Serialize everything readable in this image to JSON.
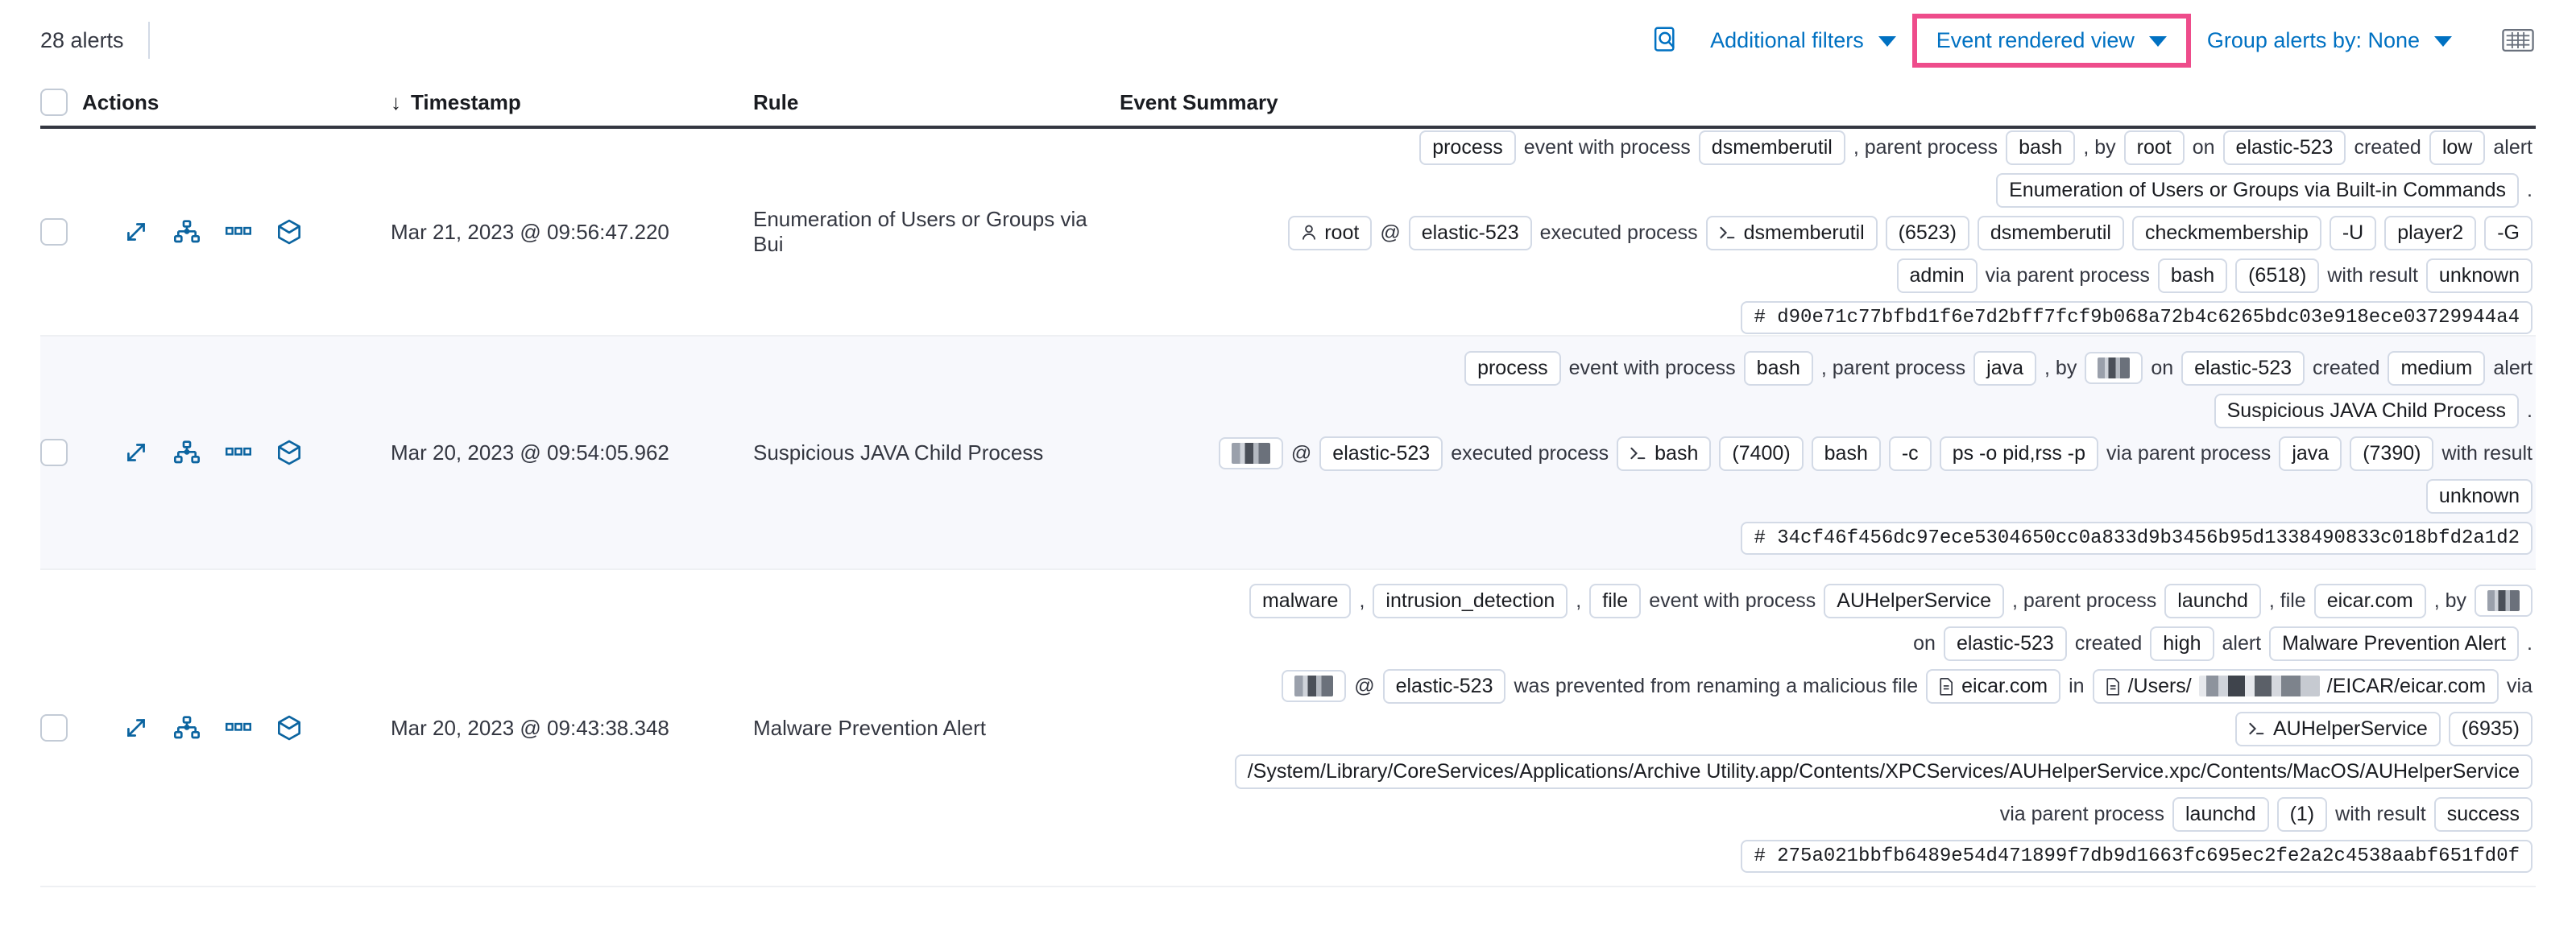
{
  "toolbar": {
    "alert_count": "28 alerts",
    "inspect_icon": "inspect-magnifier-icon",
    "additional_filters": "Additional filters",
    "event_rendered_view": "Event rendered view",
    "group_alerts_by": "Group alerts by: None",
    "keyboard_icon": "keyboard-icon",
    "highlight_color": "#ee4c8b",
    "link_color": "#0071c2"
  },
  "table": {
    "columns": {
      "actions": "Actions",
      "timestamp": "Timestamp",
      "rule": "Rule",
      "event_summary": "Event Summary",
      "sort_arrow": "↓"
    },
    "row_actions": [
      "expand-icon",
      "analyzer-icon",
      "more-actions-icon",
      "session-view-icon"
    ]
  },
  "rows": [
    {
      "timestamp": "Mar 21, 2023 @ 09:56:47.220",
      "rule": "Enumeration of Users or Groups via Bui",
      "lines": [
        {
          "align": "right",
          "parts": [
            {
              "t": "chip",
              "v": "process"
            },
            {
              "t": "txt",
              "v": "event with process"
            },
            {
              "t": "chip",
              "v": "dsmemberutil"
            },
            {
              "t": "txt",
              "v": ", parent process"
            },
            {
              "t": "chip",
              "v": "bash"
            },
            {
              "t": "txt",
              "v": ", by"
            },
            {
              "t": "chip",
              "v": "root"
            },
            {
              "t": "txt",
              "v": "on"
            },
            {
              "t": "chip",
              "v": "elastic-523"
            },
            {
              "t": "txt",
              "v": "created"
            },
            {
              "t": "chip",
              "v": "low"
            },
            {
              "t": "txt",
              "v": "alert"
            }
          ]
        },
        {
          "align": "right",
          "parts": [
            {
              "t": "chip",
              "v": "Enumeration of Users or Groups via Built-in Commands"
            },
            {
              "t": "txt",
              "v": "."
            }
          ]
        },
        {
          "align": "right",
          "parts": [
            {
              "t": "chip",
              "v": "root",
              "icon": "user-icon"
            },
            {
              "t": "txt",
              "v": "@"
            },
            {
              "t": "chip",
              "v": "elastic-523"
            },
            {
              "t": "txt",
              "v": "executed process"
            },
            {
              "t": "chip",
              "v": "dsmemberutil",
              "icon": "terminal-icon"
            },
            {
              "t": "chip",
              "v": "(6523)"
            },
            {
              "t": "chip",
              "v": "dsmemberutil"
            },
            {
              "t": "chip",
              "v": "checkmembership"
            },
            {
              "t": "chip",
              "v": "-U"
            },
            {
              "t": "chip",
              "v": "player2"
            },
            {
              "t": "chip",
              "v": "-G"
            }
          ]
        },
        {
          "align": "right",
          "parts": [
            {
              "t": "chip",
              "v": "admin"
            },
            {
              "t": "txt",
              "v": "via parent process"
            },
            {
              "t": "chip",
              "v": "bash"
            },
            {
              "t": "chip",
              "v": "(6518)"
            },
            {
              "t": "txt",
              "v": "with result"
            },
            {
              "t": "chip",
              "v": "unknown"
            }
          ]
        },
        {
          "align": "right",
          "parts": [
            {
              "t": "chip",
              "v": "# d90e71c77bfbd1f6e7d2bff7fcf9b068a72b4c6265bdc03e918ece03729944a4",
              "mono": true
            }
          ]
        }
      ]
    },
    {
      "timestamp": "Mar 20, 2023 @ 09:54:05.962",
      "rule": "Suspicious JAVA Child Process",
      "lines": [
        {
          "align": "right",
          "parts": [
            {
              "t": "chip",
              "v": "process"
            },
            {
              "t": "txt",
              "v": "event with process"
            },
            {
              "t": "chip",
              "v": "bash"
            },
            {
              "t": "txt",
              "v": ", parent process"
            },
            {
              "t": "chip",
              "v": "java"
            },
            {
              "t": "txt",
              "v": ", by"
            },
            {
              "t": "chip",
              "v": "",
              "redact": "sm"
            },
            {
              "t": "txt",
              "v": "on"
            },
            {
              "t": "chip",
              "v": "elastic-523"
            },
            {
              "t": "txt",
              "v": "created"
            },
            {
              "t": "chip",
              "v": "medium"
            },
            {
              "t": "txt",
              "v": "alert"
            }
          ]
        },
        {
          "align": "right",
          "parts": [
            {
              "t": "chip",
              "v": "Suspicious JAVA Child Process"
            },
            {
              "t": "txt",
              "v": "."
            }
          ]
        },
        {
          "align": "right",
          "parts": [
            {
              "t": "chip",
              "v": "",
              "redact": "md"
            },
            {
              "t": "txt",
              "v": "@"
            },
            {
              "t": "chip",
              "v": "elastic-523"
            },
            {
              "t": "txt",
              "v": "executed process"
            },
            {
              "t": "chip",
              "v": "bash",
              "icon": "terminal-icon"
            },
            {
              "t": "chip",
              "v": "(7400)"
            },
            {
              "t": "chip",
              "v": "bash"
            },
            {
              "t": "chip",
              "v": "-c"
            },
            {
              "t": "chip",
              "v": "ps -o pid,rss -p"
            },
            {
              "t": "txt",
              "v": "via parent process"
            },
            {
              "t": "chip",
              "v": "java"
            },
            {
              "t": "chip",
              "v": "(7390)"
            },
            {
              "t": "txt",
              "v": "with result"
            }
          ]
        },
        {
          "align": "right",
          "parts": [
            {
              "t": "chip",
              "v": "unknown"
            }
          ]
        },
        {
          "align": "right",
          "parts": [
            {
              "t": "chip",
              "v": "# 34cf46f456dc97ece5304650cc0a833d9b3456b95d1338490833c018bfd2a1d2",
              "mono": true
            }
          ]
        }
      ]
    },
    {
      "timestamp": "Mar 20, 2023 @ 09:43:38.348",
      "rule": "Malware Prevention Alert",
      "lines": [
        {
          "align": "right",
          "parts": [
            {
              "t": "chip",
              "v": "malware"
            },
            {
              "t": "txt",
              "v": ","
            },
            {
              "t": "chip",
              "v": "intrusion_detection"
            },
            {
              "t": "txt",
              "v": ","
            },
            {
              "t": "chip",
              "v": "file"
            },
            {
              "t": "txt",
              "v": "event with process"
            },
            {
              "t": "chip",
              "v": "AUHelperService"
            },
            {
              "t": "txt",
              "v": ", parent process"
            },
            {
              "t": "chip",
              "v": "launchd"
            },
            {
              "t": "txt",
              "v": ", file"
            },
            {
              "t": "chip",
              "v": "eicar.com"
            },
            {
              "t": "txt",
              "v": ", by"
            },
            {
              "t": "chip",
              "v": "",
              "redact": "sm"
            }
          ]
        },
        {
          "align": "right",
          "parts": [
            {
              "t": "txt",
              "v": "on"
            },
            {
              "t": "chip",
              "v": "elastic-523"
            },
            {
              "t": "txt",
              "v": "created"
            },
            {
              "t": "chip",
              "v": "high"
            },
            {
              "t": "txt",
              "v": "alert"
            },
            {
              "t": "chip",
              "v": "Malware Prevention Alert"
            },
            {
              "t": "txt",
              "v": "."
            }
          ]
        },
        {
          "align": "right",
          "parts": [
            {
              "t": "chip",
              "v": "",
              "redact": "md"
            },
            {
              "t": "txt",
              "v": "@"
            },
            {
              "t": "chip",
              "v": "elastic-523"
            },
            {
              "t": "txt",
              "v": "was prevented from renaming a malicious file"
            },
            {
              "t": "chip",
              "v": "eicar.com",
              "icon": "file-icon"
            },
            {
              "t": "txt",
              "v": "in"
            },
            {
              "t": "chip",
              "v": "/Users/|||/EICAR/eicar.com",
              "icon": "file-icon",
              "redactinline": true
            },
            {
              "t": "txt",
              "v": "via"
            }
          ]
        },
        {
          "align": "right",
          "parts": [
            {
              "t": "chip",
              "v": "AUHelperService",
              "icon": "terminal-icon"
            },
            {
              "t": "chip",
              "v": "(6935)"
            }
          ]
        },
        {
          "align": "right",
          "parts": [
            {
              "t": "chip",
              "v": "/System/Library/CoreServices/Applications/Archive Utility.app/Contents/XPCServices/AUHelperService.xpc/Contents/MacOS/AUHelperService"
            }
          ]
        },
        {
          "align": "right",
          "parts": [
            {
              "t": "txt",
              "v": "via parent process"
            },
            {
              "t": "chip",
              "v": "launchd"
            },
            {
              "t": "chip",
              "v": "(1)"
            },
            {
              "t": "txt",
              "v": "with result"
            },
            {
              "t": "chip",
              "v": "success"
            }
          ]
        },
        {
          "align": "right",
          "parts": [
            {
              "t": "chip",
              "v": "# 275a021bbfb6489e54d471899f7db9d1663fc695ec2fe2a2c4538aabf651fd0f",
              "mono": true
            }
          ]
        }
      ]
    }
  ]
}
